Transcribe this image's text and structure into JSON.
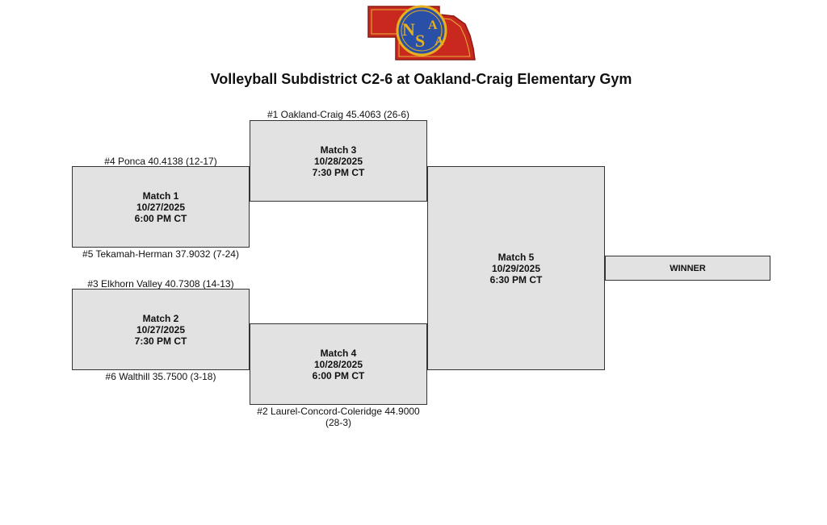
{
  "header": {
    "logo_text": "NSAA",
    "title": "Volleyball Subdistrict C2-6 at Oakland-Craig Elementary Gym"
  },
  "teams": {
    "seed1": "#1 Oakland-Craig 45.4063 (26-6)",
    "seed4": "#4 Ponca 40.4138 (12-17)",
    "seed5": "#5 Tekamah-Herman 37.9032 (7-24)",
    "seed3": "#3 Elkhorn Valley 40.7308 (14-13)",
    "seed6": "#6 Walthill 35.7500 (3-18)",
    "seed2": "#2 Laurel-Concord-Coleridge 44.9000 (28-3)"
  },
  "matches": [
    {
      "name": "Match 1",
      "date": "10/27/2025",
      "time": "6:00 PM CT"
    },
    {
      "name": "Match 2",
      "date": "10/27/2025",
      "time": "7:30 PM CT"
    },
    {
      "name": "Match 3",
      "date": "10/28/2025",
      "time": "7:30 PM CT"
    },
    {
      "name": "Match 4",
      "date": "10/28/2025",
      "time": "6:00 PM CT"
    },
    {
      "name": "Match 5",
      "date": "10/29/2025",
      "time": "6:30 PM CT"
    }
  ],
  "winner_label": "WINNER",
  "colors": {
    "box_fill": "#e2e2e2",
    "logo_red": "#c8281e",
    "logo_blue": "#2a4fa6",
    "logo_gold": "#e6b01e"
  }
}
